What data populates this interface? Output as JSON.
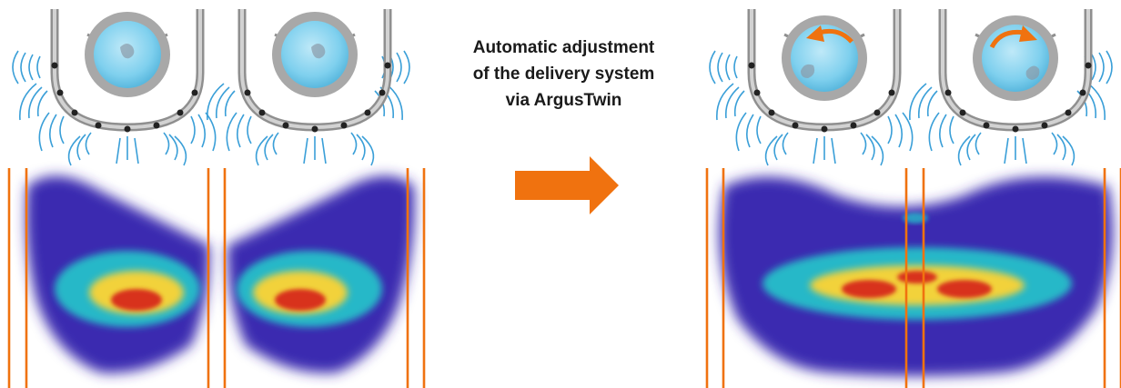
{
  "caption": {
    "lines": [
      "Automatic adjustment",
      "of the delivery system",
      "via ArgusTwin"
    ]
  },
  "colors": {
    "accent_orange": "#f0720f",
    "bowl_grey": "#9a9a9a",
    "lens_blue": "#7fd0ee",
    "wave_blue": "#3a9fd8",
    "heat_low": "#3a2bb0",
    "heat_mid": "#27b8c8",
    "heat_high": "#f2d23a",
    "heat_peak": "#d8301a"
  },
  "icons": {
    "arrow": "right-arrow-icon",
    "rotate_ccw": "rotate-counterclockwise-icon",
    "rotate_cw": "rotate-clockwise-icon"
  }
}
